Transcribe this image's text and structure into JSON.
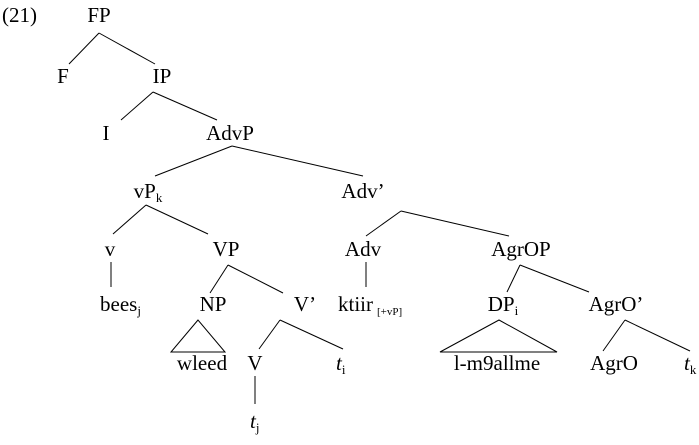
{
  "example_number": "(21)",
  "nodes": {
    "fp": "FP",
    "f": "F",
    "ip": "IP",
    "i": "I",
    "advp": "AdvP",
    "vp_k": {
      "label": "vP",
      "sub": "k"
    },
    "adv_bar": "Adv’",
    "v_small": "v",
    "vp": "VP",
    "adv": "Adv",
    "agrop": "AgrOP",
    "bees": {
      "label": "bees",
      "sub": "j"
    },
    "np": "NP",
    "v_bar": "V’",
    "ktiir": {
      "label": "ktiir",
      "feature": "[+vP]"
    },
    "dp": {
      "label": "DP",
      "sub": "i"
    },
    "agro_bar": "AgrO’",
    "wleed": "wleed",
    "v_head": "V",
    "trace_i": {
      "label": "t",
      "sub": "i"
    },
    "m9allme": "l-m9allme",
    "agro": "AgrO",
    "trace_k": {
      "label": "t",
      "sub": "k"
    },
    "trace_j": {
      "label": "t",
      "sub": "j"
    }
  }
}
